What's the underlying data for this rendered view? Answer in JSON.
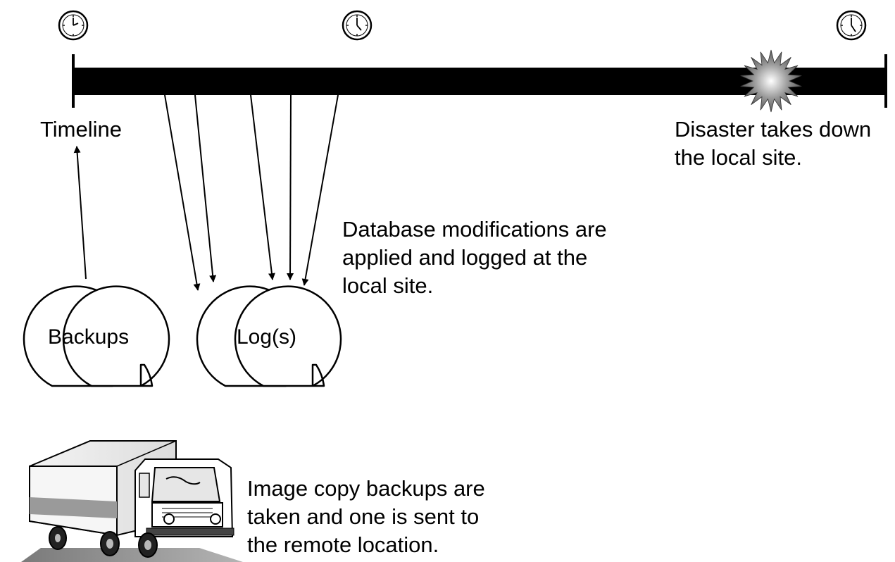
{
  "timeline_label": "Timeline",
  "disaster_label": [
    "Disaster takes down",
    "the local site."
  ],
  "db_mod_label": [
    "Database modifications are",
    "applied and logged at the",
    "local site."
  ],
  "backups_label": "Backups",
  "logs_label": "Log(s)",
  "truck_label": [
    "Image copy backups are",
    "taken and one is sent to",
    "the remote location."
  ],
  "colors": {
    "bar": "#000000",
    "ink": "#000000",
    "background": "#ffffff"
  }
}
